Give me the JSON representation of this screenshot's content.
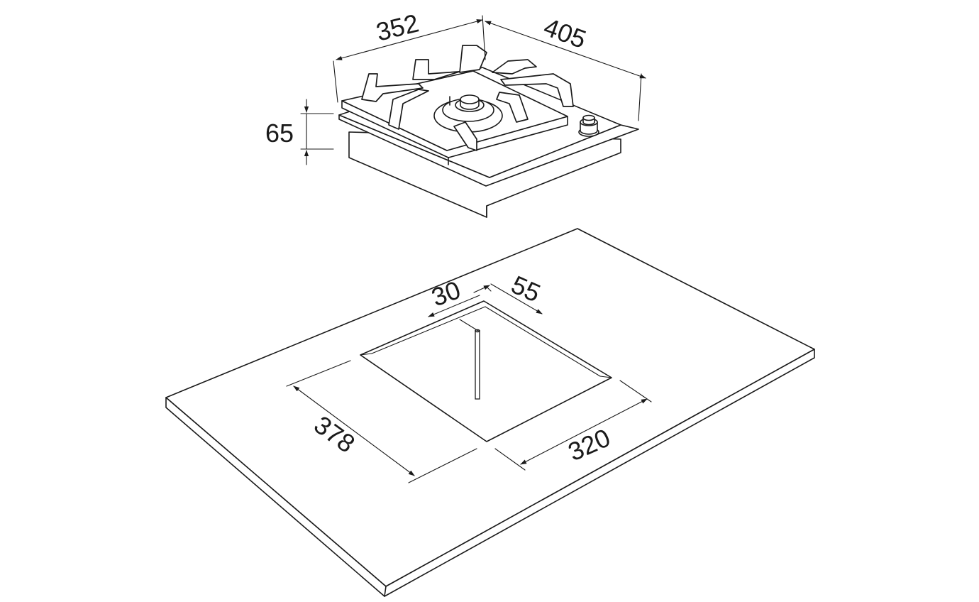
{
  "hob": {
    "width_label": "352",
    "depth_label": "405",
    "height_label": "65"
  },
  "cutout": {
    "offset_front_label": "30",
    "offset_side_label": "55",
    "depth_label": "378",
    "width_label": "320"
  }
}
